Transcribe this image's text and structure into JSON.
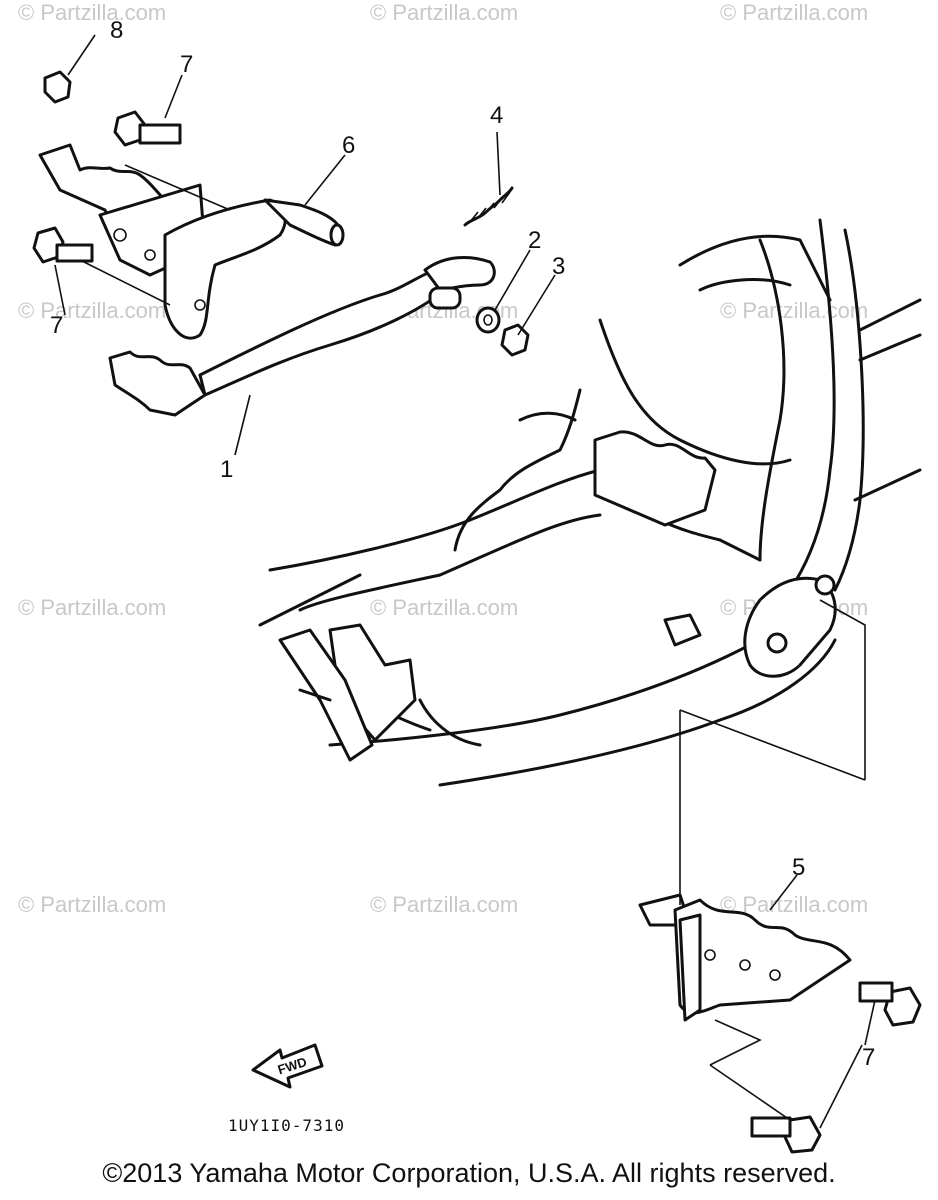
{
  "watermark_text": "© Partzilla.com",
  "callouts": {
    "c1": "1",
    "c2": "2",
    "c3": "3",
    "c4": "4",
    "c5": "5",
    "c6": "6",
    "c7a": "7",
    "c7b": "7",
    "c7c": "7",
    "c8": "8"
  },
  "drawing_code": "1UY1I0-7310",
  "fwd_label": "FWD",
  "copyright": "©2013 Yamaha Motor Corporation, U.S.A. All rights reserved."
}
